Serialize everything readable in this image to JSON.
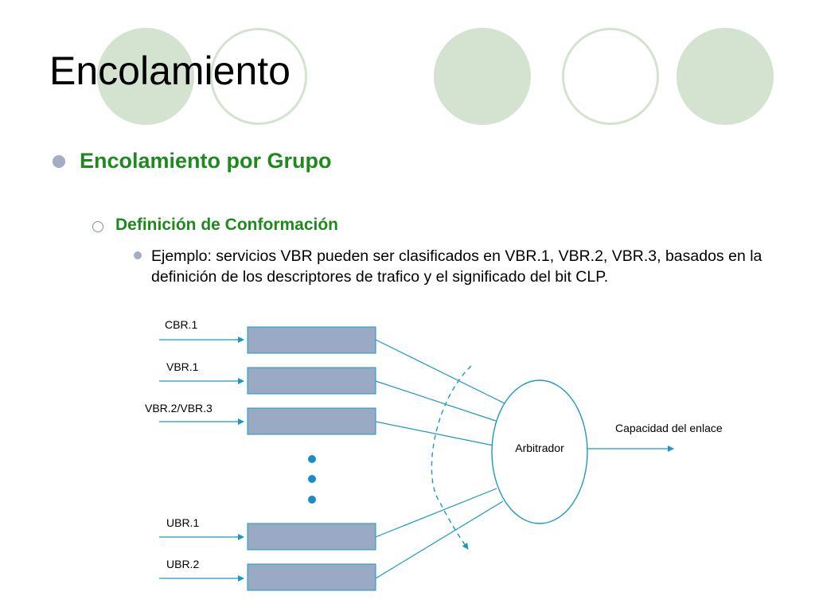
{
  "slide": {
    "title": "Encolamiento",
    "bullet_level1": "Encolamiento por Grupo",
    "bullet_level2": "Definición de Conformación",
    "bullet_level3": "Ejemplo: servicios VBR pueden ser clasificados en VBR.1, VBR.2, VBR.3, basados en la definición de los descriptores de trafico y el significado del bit CLP."
  },
  "diagram": {
    "queues": [
      {
        "label": "CBR.1"
      },
      {
        "label": "VBR.1"
      },
      {
        "label": "VBR.2/VBR.3"
      },
      {
        "label": "UBR.1"
      },
      {
        "label": "UBR.2"
      }
    ],
    "arbiter_label": "Arbitrador",
    "output_label": "Capacidad del enlace"
  },
  "colors": {
    "accent_green": "#1e8a1e",
    "decor_green": "#d3e3cf",
    "queue_fill": "#9aa9c4",
    "line_blue": "#1a9ac0",
    "dot_blue": "#1a8cc8"
  }
}
